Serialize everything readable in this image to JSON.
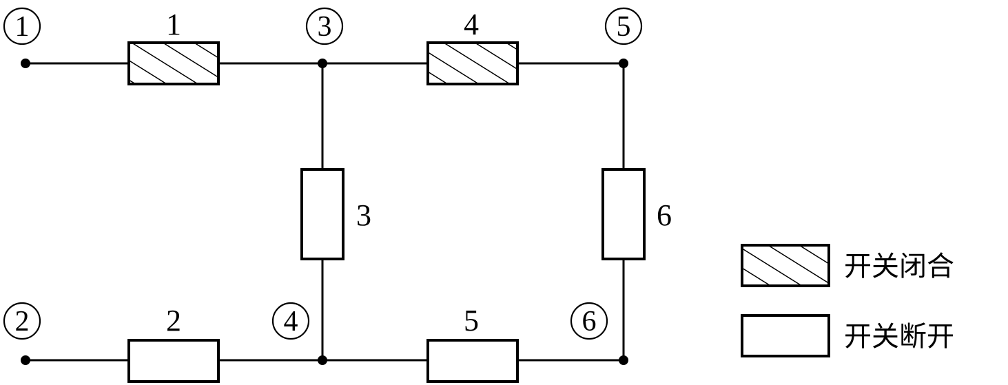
{
  "nodes": [
    {
      "id": "node-1",
      "label": "1"
    },
    {
      "id": "node-2",
      "label": "2"
    },
    {
      "id": "node-3",
      "label": "3"
    },
    {
      "id": "node-4",
      "label": "4"
    },
    {
      "id": "node-5",
      "label": "5"
    },
    {
      "id": "node-6",
      "label": "6"
    }
  ],
  "switches": [
    {
      "id": "switch-1",
      "label": "1",
      "state": "closed"
    },
    {
      "id": "switch-2",
      "label": "2",
      "state": "open"
    },
    {
      "id": "switch-3",
      "label": "3",
      "state": "open"
    },
    {
      "id": "switch-4",
      "label": "4",
      "state": "closed"
    },
    {
      "id": "switch-5",
      "label": "5",
      "state": "open"
    },
    {
      "id": "switch-6",
      "label": "6",
      "state": "open"
    }
  ],
  "legend": {
    "closed_label": "开关闭合",
    "open_label": "开关断开"
  },
  "colors": {
    "line": "#000000",
    "background": "#ffffff"
  }
}
